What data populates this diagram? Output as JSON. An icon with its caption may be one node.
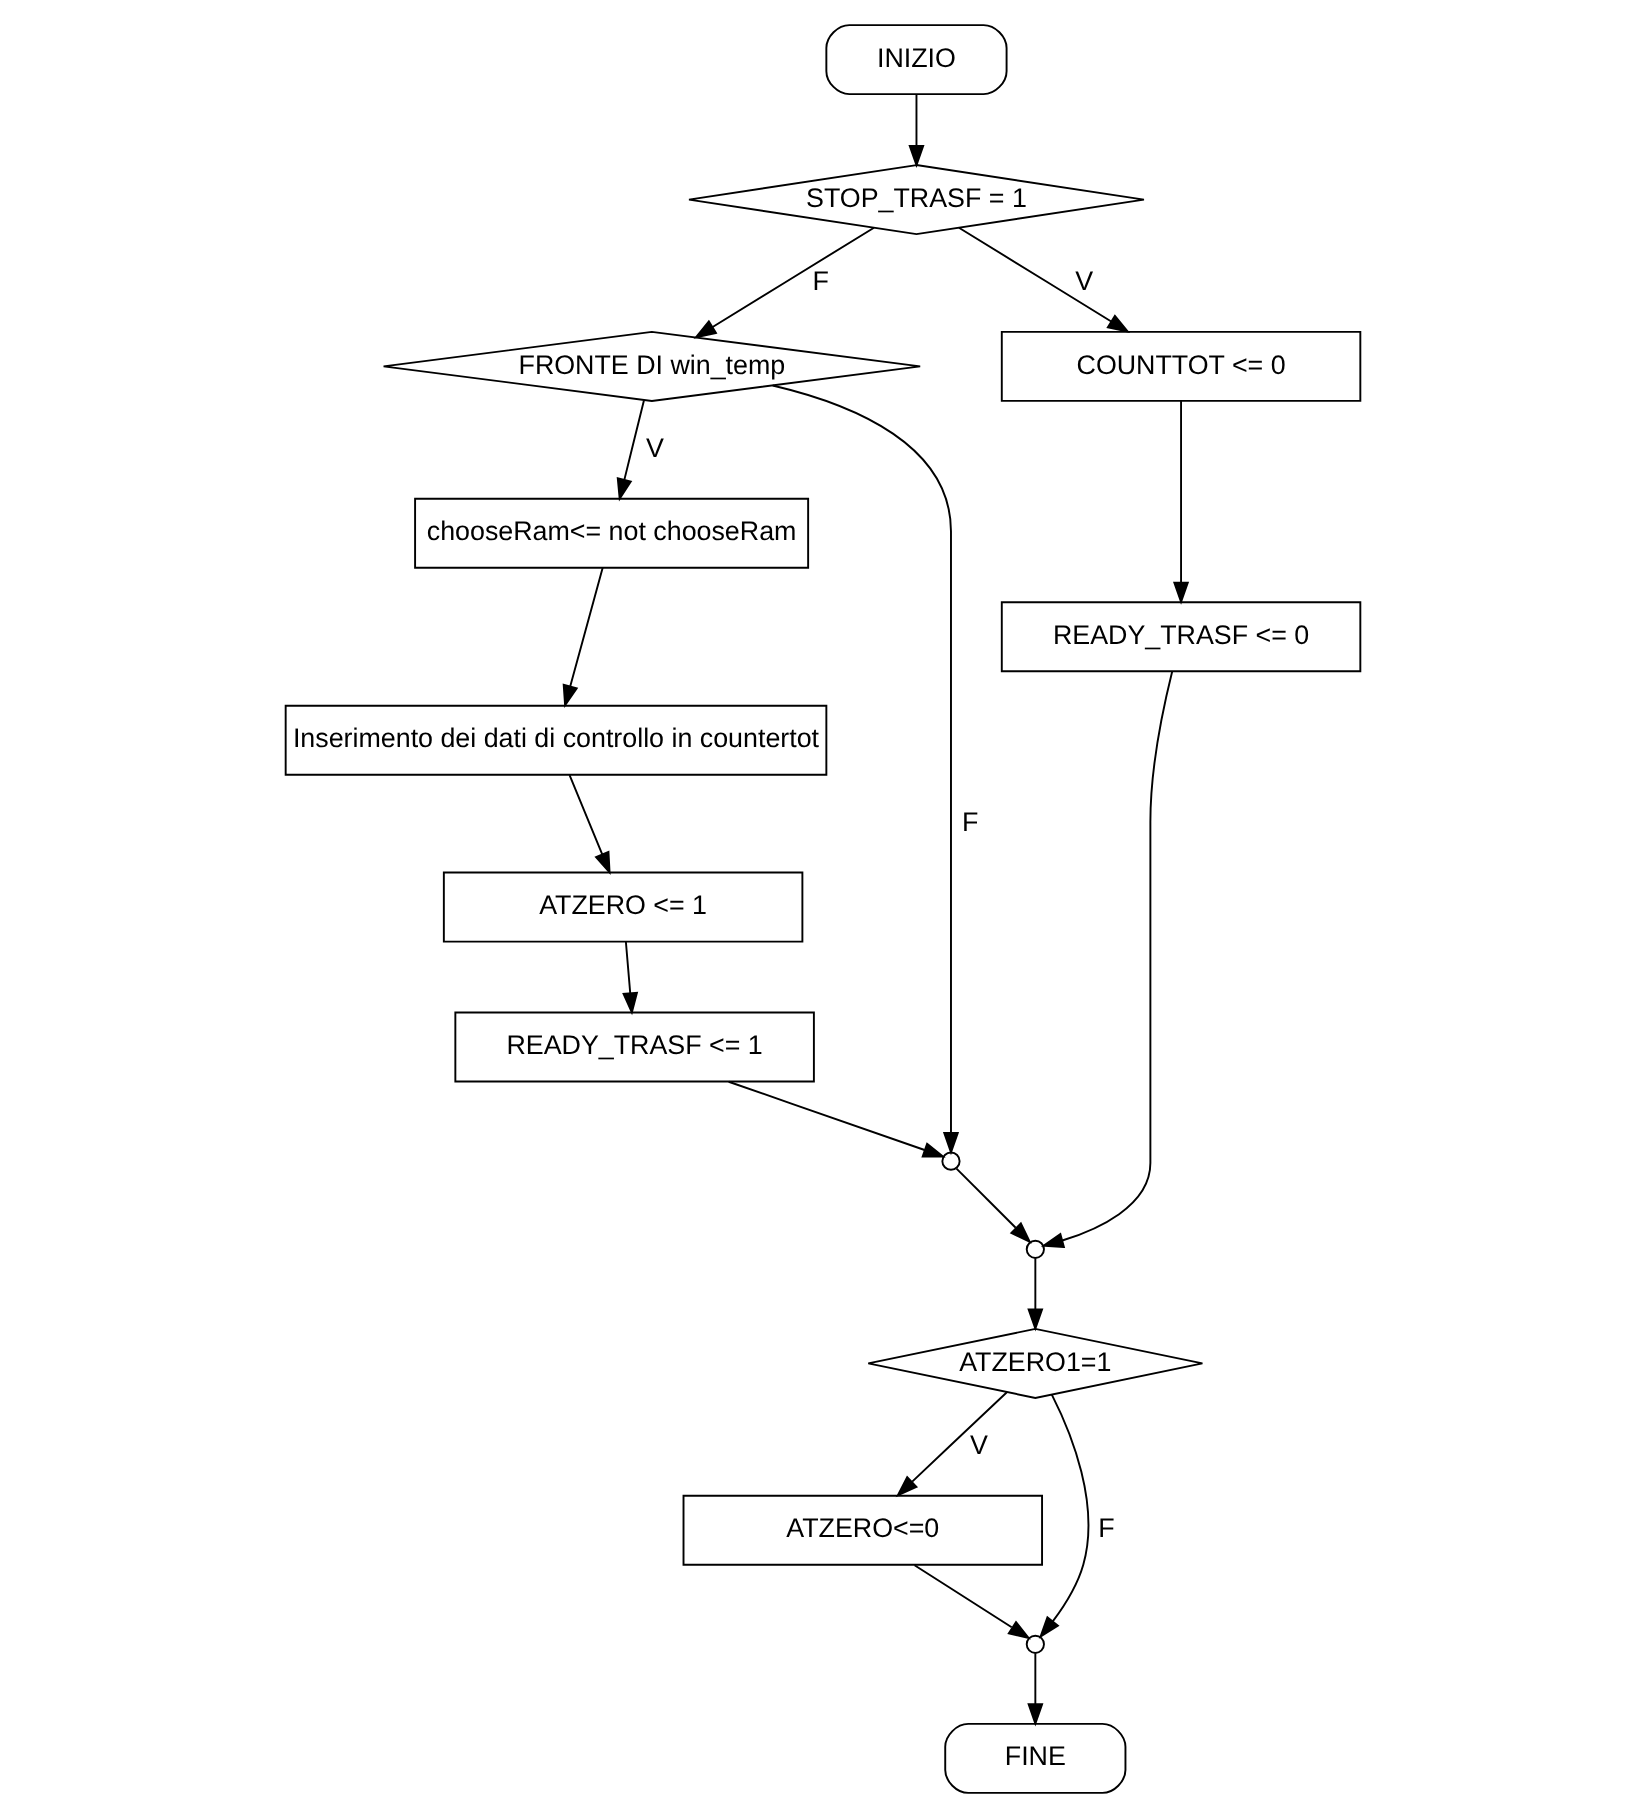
{
  "diagram": {
    "nodes": [
      {
        "text": [
          "INIZIO"
        ]
      },
      {
        "text": [
          "STOP_TRASF = 1"
        ]
      },
      {
        "text": [
          "FRONTE DI win_temp"
        ]
      },
      {
        "text": [
          "COUNTTOT <= 0"
        ]
      },
      {
        "text": [
          "chooseRam<= not chooseRam"
        ]
      },
      {
        "text": [
          "Inserimento dei dati di controllo in countertot"
        ]
      },
      {
        "text": [
          "ATZERO <= 1"
        ]
      },
      {
        "text": [
          "READY_TRASF <= 1"
        ]
      },
      {
        "text": [
          "READY_TRASF <= 0"
        ]
      },
      {
        "text": [],
        "shape": "circle"
      },
      {
        "text": [],
        "shape": "circle"
      },
      {
        "text": [
          "ATZERO1=1"
        ]
      },
      {
        "text": [
          "ATZERO<=0"
        ]
      },
      {
        "text": [],
        "shape": "circle"
      },
      {
        "text": [
          "FINE"
        ]
      }
    ],
    "edges": [
      {
        "from": 0,
        "to": 1,
        "arrow": "to"
      },
      {
        "from": 1,
        "to": 2,
        "arrow": "to",
        "label": "F"
      },
      {
        "from": 1,
        "to": 3,
        "arrow": "to",
        "label": "V"
      },
      {
        "from": 2,
        "to": 4,
        "arrow": "to",
        "label": "V"
      },
      {
        "from": 2,
        "to": 9,
        "arrow": "to",
        "label": "F"
      },
      {
        "from": 4,
        "to": 5,
        "arrow": "to"
      },
      {
        "from": 5,
        "to": 6,
        "arrow": "to"
      },
      {
        "from": 6,
        "to": 7,
        "arrow": "to"
      },
      {
        "from": 7,
        "to": 9,
        "arrow": "to"
      },
      {
        "from": 3,
        "to": 8,
        "arrow": "to"
      },
      {
        "from": 9,
        "to": 10,
        "arrow": "to"
      },
      {
        "from": 8,
        "to": 10,
        "arrow": "to"
      },
      {
        "from": 10,
        "to": 11,
        "arrow": "to"
      },
      {
        "from": 11,
        "to": 12,
        "arrow": "to",
        "label": "V"
      },
      {
        "from": 11,
        "to": 13,
        "arrow": "to",
        "label": "F"
      },
      {
        "from": 12,
        "to": 13,
        "arrow": "to"
      },
      {
        "from": 13,
        "to": 14,
        "arrow": "to"
      }
    ]
  }
}
